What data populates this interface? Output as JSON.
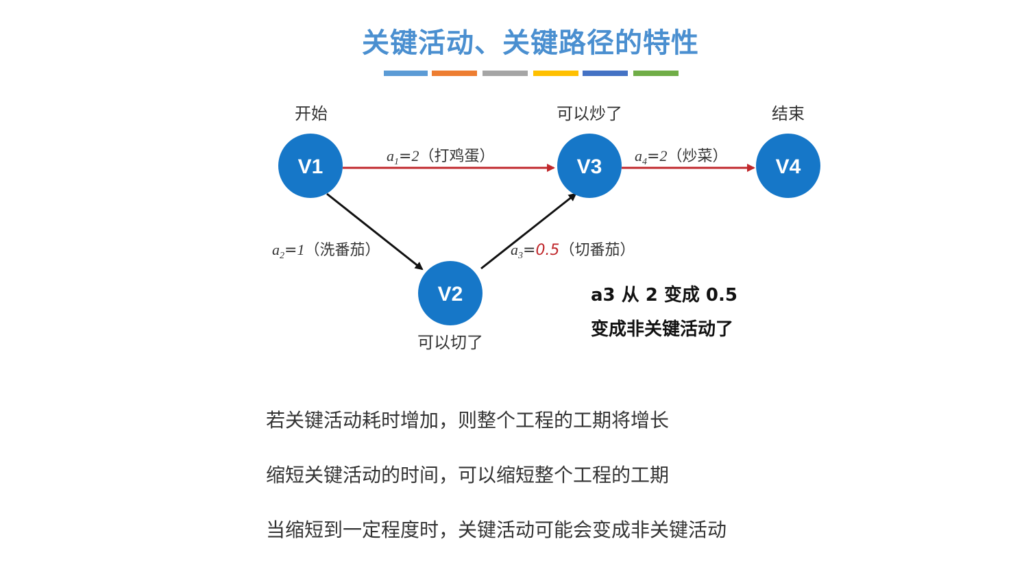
{
  "title": "关键活动、关键路径的特性",
  "color_strip": [
    "#5b9bd5",
    "#ed7d31",
    "#a5a5a5",
    "#ffc000",
    "#4472c4",
    "#70ad47"
  ],
  "nodes": [
    {
      "id": "V1",
      "caption": "开始"
    },
    {
      "id": "V2",
      "caption": "可以切了"
    },
    {
      "id": "V3",
      "caption": "可以炒了"
    },
    {
      "id": "V4",
      "caption": "结束"
    }
  ],
  "edges": [
    {
      "from": "V1",
      "to": "V3",
      "var": "a",
      "sub": "1",
      "eq": "=",
      "value": "2",
      "desc": "（打鸡蛋）",
      "critical": true
    },
    {
      "from": "V1",
      "to": "V2",
      "var": "a",
      "sub": "2",
      "eq": "=",
      "value": "1",
      "desc": "（洗番茄）",
      "critical": false
    },
    {
      "from": "V2",
      "to": "V3",
      "var": "a",
      "sub": "3",
      "eq": "=",
      "value": "0.5",
      "desc": "（切番茄）",
      "critical": false
    },
    {
      "from": "V3",
      "to": "V4",
      "var": "a",
      "sub": "4",
      "eq": "=",
      "value": "2",
      "desc": "（炒菜）",
      "critical": true
    }
  ],
  "note": {
    "line1": "a3 从 2 变成 0.5",
    "line2": "变成非关键活动了"
  },
  "bullets": [
    "若关键活动耗时增加，则整个工程的工期将增长",
    "缩短关键活动的时间，可以缩短整个工程的工期",
    "当缩短到一定程度时，关键活动可能会变成非关键活动"
  ],
  "colors": {
    "node_fill": "#1677c8",
    "critical_edge": "#c0282c",
    "normal_edge": "#111111",
    "title": "#4a8fd0"
  }
}
